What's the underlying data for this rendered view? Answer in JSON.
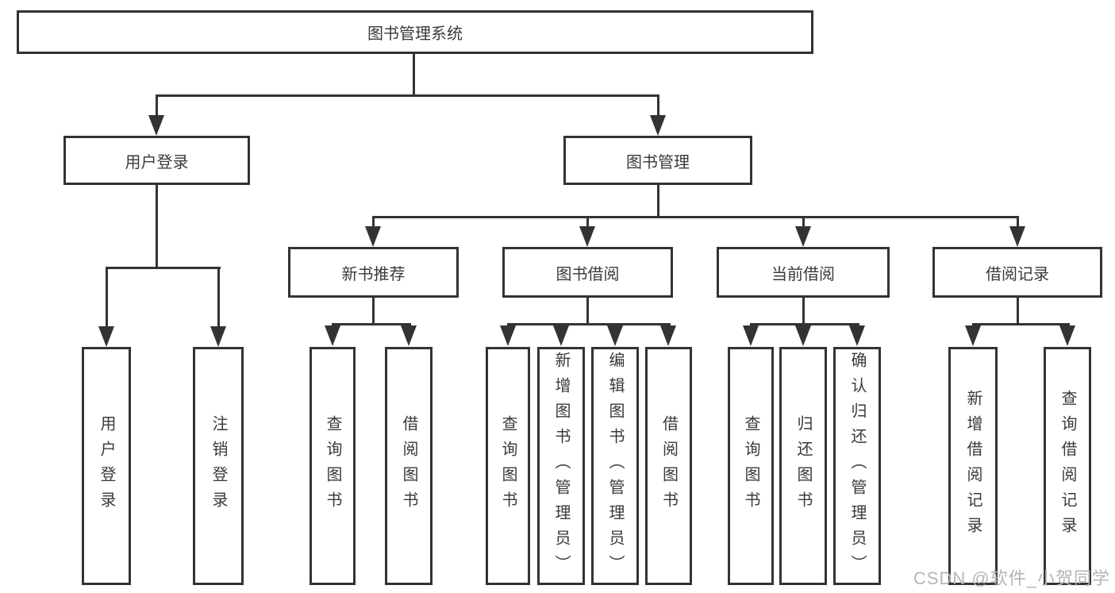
{
  "diagram": {
    "root": {
      "label": "图书管理系统"
    },
    "level2": [
      {
        "label": "用户登录"
      },
      {
        "label": "图书管理"
      }
    ],
    "level3": [
      {
        "label": "新书推荐"
      },
      {
        "label": "图书借阅"
      },
      {
        "label": "当前借阅"
      },
      {
        "label": "借阅记录"
      }
    ],
    "leaves": {
      "user_login": [
        "用户登录",
        "注销登录"
      ],
      "new_books": [
        "查询图书",
        "借阅图书"
      ],
      "book_borrow": [
        "查询图书",
        "新增图书（管理员）",
        "编辑图书（管理员）",
        "借阅图书"
      ],
      "current_borrow": [
        "查询图书",
        "归还图书",
        "确认归还（管理员）"
      ],
      "borrow_records": [
        "新增借阅记录",
        "查询借阅记录"
      ]
    }
  },
  "watermark": "CSDN @软件_小贺同学",
  "colors": {
    "line": "#333333",
    "text": "#3a3a3a",
    "watermark": "#b5b5b5",
    "background": "#ffffff"
  }
}
